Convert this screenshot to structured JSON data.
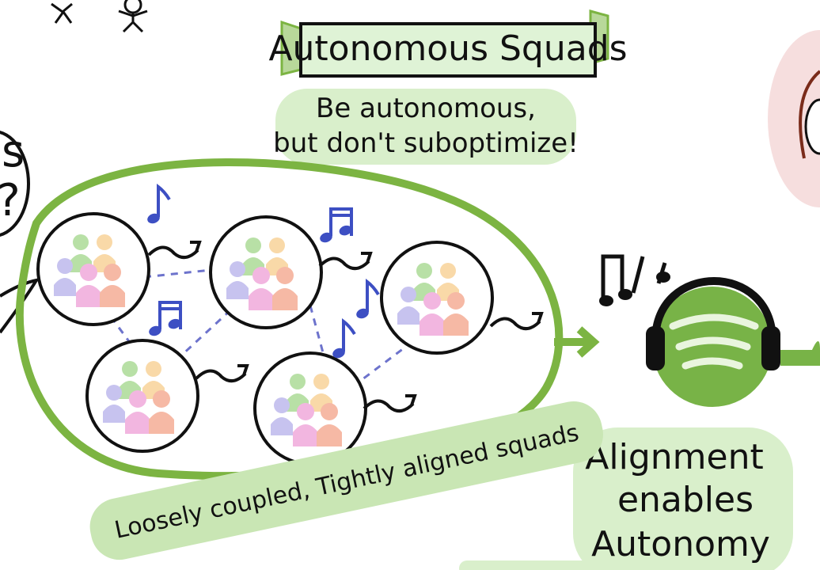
{
  "banner": {
    "title": "Autonomous Squads"
  },
  "subtitle": {
    "line1": "Be autonomous,",
    "line2": "but don't suboptimize!"
  },
  "loop": {
    "caption": "Loosely coupled, Tightly aligned squads"
  },
  "right": {
    "line1": "Alignment",
    "line2": "enables",
    "line3": "Autonomy"
  },
  "left_bubble": {
    "line1": "s",
    "line2": "?"
  },
  "icons": {
    "squad": "squad-people-icon",
    "note": "music-note-icon",
    "headphones": "headphones-icon",
    "spotify": "spotify-logo-icon"
  },
  "colors": {
    "green": "#7cb442",
    "light_green": "#d9efcb",
    "banner_fill": "#dff3d6",
    "note_blue": "#3d4fc3",
    "dash_blue": "#6d73cc",
    "logo_green": "#78b347",
    "pink_glow": "#f6dede"
  }
}
